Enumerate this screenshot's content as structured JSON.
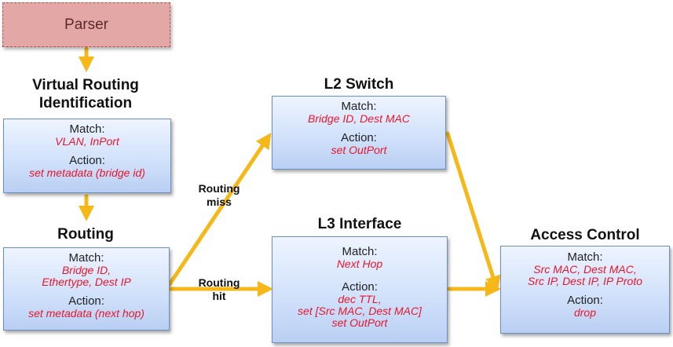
{
  "parser": {
    "label": "Parser"
  },
  "vri": {
    "title_line1": "Virtual Routing",
    "title_line2": "Identification",
    "match_label": "Match:",
    "match_value": "VLAN, InPort",
    "action_label": "Action:",
    "action_value": "set metadata (bridge id)"
  },
  "routing": {
    "title": "Routing",
    "match_label": "Match:",
    "match_line1": "Bridge ID,",
    "match_line2": "Ethertype, Dest IP",
    "action_label": "Action:",
    "action_value": "set metadata (next hop)"
  },
  "l2": {
    "title": "L2 Switch",
    "match_label": "Match:",
    "match_value": "Bridge ID, Dest MAC",
    "action_label": "Action:",
    "action_value": "set OutPort"
  },
  "l3": {
    "title": "L3 Interface",
    "match_label": "Match:",
    "match_value": "Next Hop",
    "action_label": "Action:",
    "action_line1": "dec TTL,",
    "action_line2": "set [Src MAC, Dest MAC]",
    "action_line3": "set OutPort"
  },
  "acl": {
    "title": "Access Control",
    "match_label": "Match:",
    "match_line1": "Src MAC, Dest MAC,",
    "match_line2": "Src IP, Dest IP, IP Proto",
    "action_label": "Action:",
    "action_value": "drop"
  },
  "edges": {
    "miss_line1": "Routing",
    "miss_line2": "miss",
    "hit_line1": "Routing",
    "hit_line2": "hit"
  },
  "colors": {
    "arrow": "#f5b818",
    "value_text": "#e8162b",
    "box_border": "#6a8fc0"
  }
}
